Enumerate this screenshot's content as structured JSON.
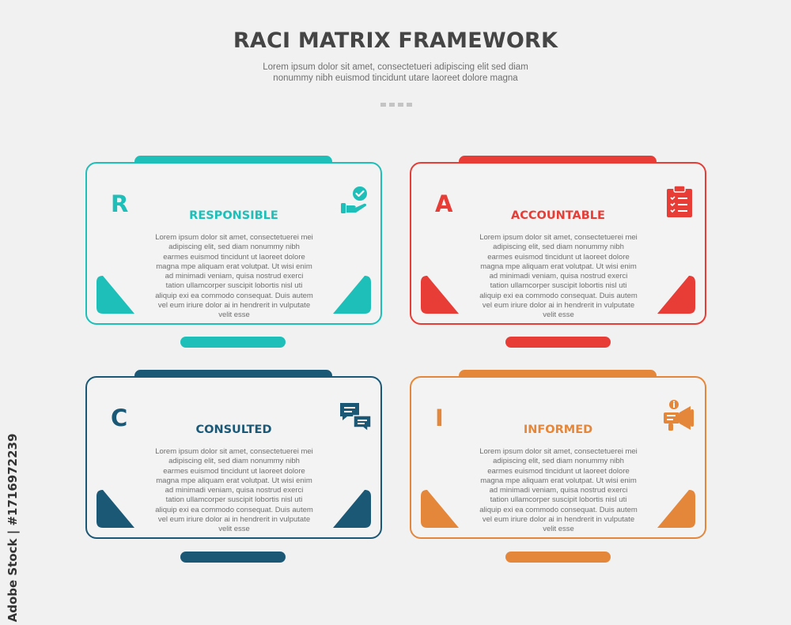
{
  "header": {
    "title": "RACI MATRIX FRAMEWORK",
    "subtitle": "Lorem ipsum dolor sit amet, consectetueri adipiscing elit sed diam nonummy nibh euismod tincidunt utare laoreet dolore magna"
  },
  "body_text": "Lorem ipsum dolor sit amet, consectetuerei mei adipiscing elit, sed diam nonummy nibh earmes euismod tincidunt ut laoreet dolore magna mpe aliquam erat volutpat. Ut wisi enim ad minimadi veniam, quisa nostrud exerci tation ullamcorper suscipit lobortis nisl uti aliquip exi ea commodo consequat. Duis autem vel eum iriure dolor ai in hendrerit in vulputate velit esse",
  "cards": [
    {
      "letter": "R",
      "heading": "RESPONSIBLE",
      "color": "#1ebfb9",
      "icon": "hand-check-icon"
    },
    {
      "letter": "A",
      "heading": "ACCOUNTABLE",
      "color": "#e73d36",
      "icon": "clipboard-checklist-icon"
    },
    {
      "letter": "C",
      "heading": "CONSULTED",
      "color": "#1b5876",
      "icon": "chat-bubbles-icon"
    },
    {
      "letter": "I",
      "heading": "INFORMED",
      "color": "#e5873a",
      "icon": "megaphone-info-icon"
    }
  ],
  "watermark": "Adobe Stock | #1716972239"
}
